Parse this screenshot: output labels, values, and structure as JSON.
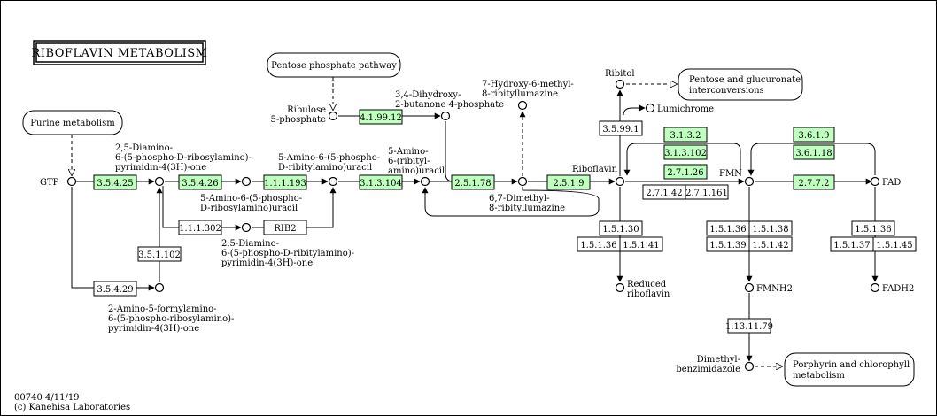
{
  "title": "RIBOFLAVIN METABOLISM",
  "footer": {
    "line1": "00740 4/11/19",
    "line2": "(c) Kanehisa Laboratories"
  },
  "colors": {
    "enzyme_found": "#bfffbf",
    "enzyme_plain": "#ffffff",
    "line": "#000000"
  },
  "maps": {
    "purine": "Purine metabolism",
    "pentose_phosphate": "Pentose phosphate pathway",
    "pentose_glucuronate": [
      "Pentose and glucuronate",
      "interconversions"
    ],
    "porphyrin": [
      "Porphyrin and chlorophyll",
      "metabolism"
    ]
  },
  "compounds": {
    "gtp": [
      "GTP"
    ],
    "diamino_ribosylamino": [
      "2,5-Diamino-",
      "6-(5-phospho-D-ribosylamino)-",
      "pyrimidin-4(3H)-one"
    ],
    "amino_ribosylamino_uracil": [
      "5-Amino-6-(5-phospho-",
      "D-ribosylamino)uracil"
    ],
    "amino_ribitylamino_uracil": [
      "5-Amino-6-(5-phospho-",
      "D-ribitylamino)uracil"
    ],
    "diamino_ribitylamino": [
      "2,5-Diamino-",
      "6-(5-phospho-D-ribitylamino)-",
      "pyrimidin-4(3H)-one"
    ],
    "amino_ribityl_amino_uracil": [
      "5-Amino-",
      "6-(ribityl-",
      "amino)uracil"
    ],
    "formylamino": [
      "2-Amino-5-formylamino-",
      "6-(5-phospho-ribosylamino)-",
      "pyrimidin-4(3H)-one"
    ],
    "ribulose_5p": [
      "Ribulose",
      "5-phosphate"
    ],
    "dihydroxy_butanone": [
      "3,4-Dihydroxy-",
      "2-butanone 4-phosphate"
    ],
    "hydroxy_lumazine": [
      "7-Hydroxy-6-methyl-",
      "8-ribityllumazine"
    ],
    "dimethyl_lumazine": [
      "6,7-Dimethyl-",
      "8-ribityllumazine"
    ],
    "riboflavin": [
      "Riboflavin"
    ],
    "ribitol": [
      "Ribitol"
    ],
    "lumichrome": [
      "Lumichrome"
    ],
    "reduced_riboflavin": [
      "Reduced",
      "riboflavin"
    ],
    "fmn": [
      "FMN"
    ],
    "fad": [
      "FAD"
    ],
    "fmnh2": [
      "FMNH2"
    ],
    "fadh2": [
      "FADH2"
    ],
    "dimethylbenzimidazole": [
      "Dimethyl-",
      "benzimidazole"
    ]
  },
  "enzymes": {
    "e1": "3.5.4.25",
    "e2": "3.5.4.26",
    "e3": "1.1.1.193",
    "e4": "3.1.3.104",
    "e5": "2.5.1.78",
    "e6": "2.5.1.9",
    "e7": "4.1.99.12",
    "e8": "1.1.1.302",
    "e9": "RIB2",
    "e10": "3.5.1.102",
    "e11": "3.5.4.29",
    "e12": "3.5.99.1",
    "e13": "3.1.3.2",
    "e14": "3.1.3.102",
    "e15": "2.7.1.26",
    "e16": "2.7.1.42",
    "e17": "2.7.1.161",
    "e18": "3.6.1.9",
    "e19": "3.6.1.18",
    "e20": "2.7.7.2",
    "e21": "1.5.1.30",
    "e22": "1.5.1.36",
    "e23": "1.5.1.41",
    "e24": "1.5.1.36",
    "e25": "1.5.1.38",
    "e26": "1.5.1.39",
    "e27": "1.5.1.42",
    "e28": "1.5.1.36",
    "e29": "1.5.1.37",
    "e30": "1.5.1.45",
    "e31": "1.13.11.79"
  }
}
